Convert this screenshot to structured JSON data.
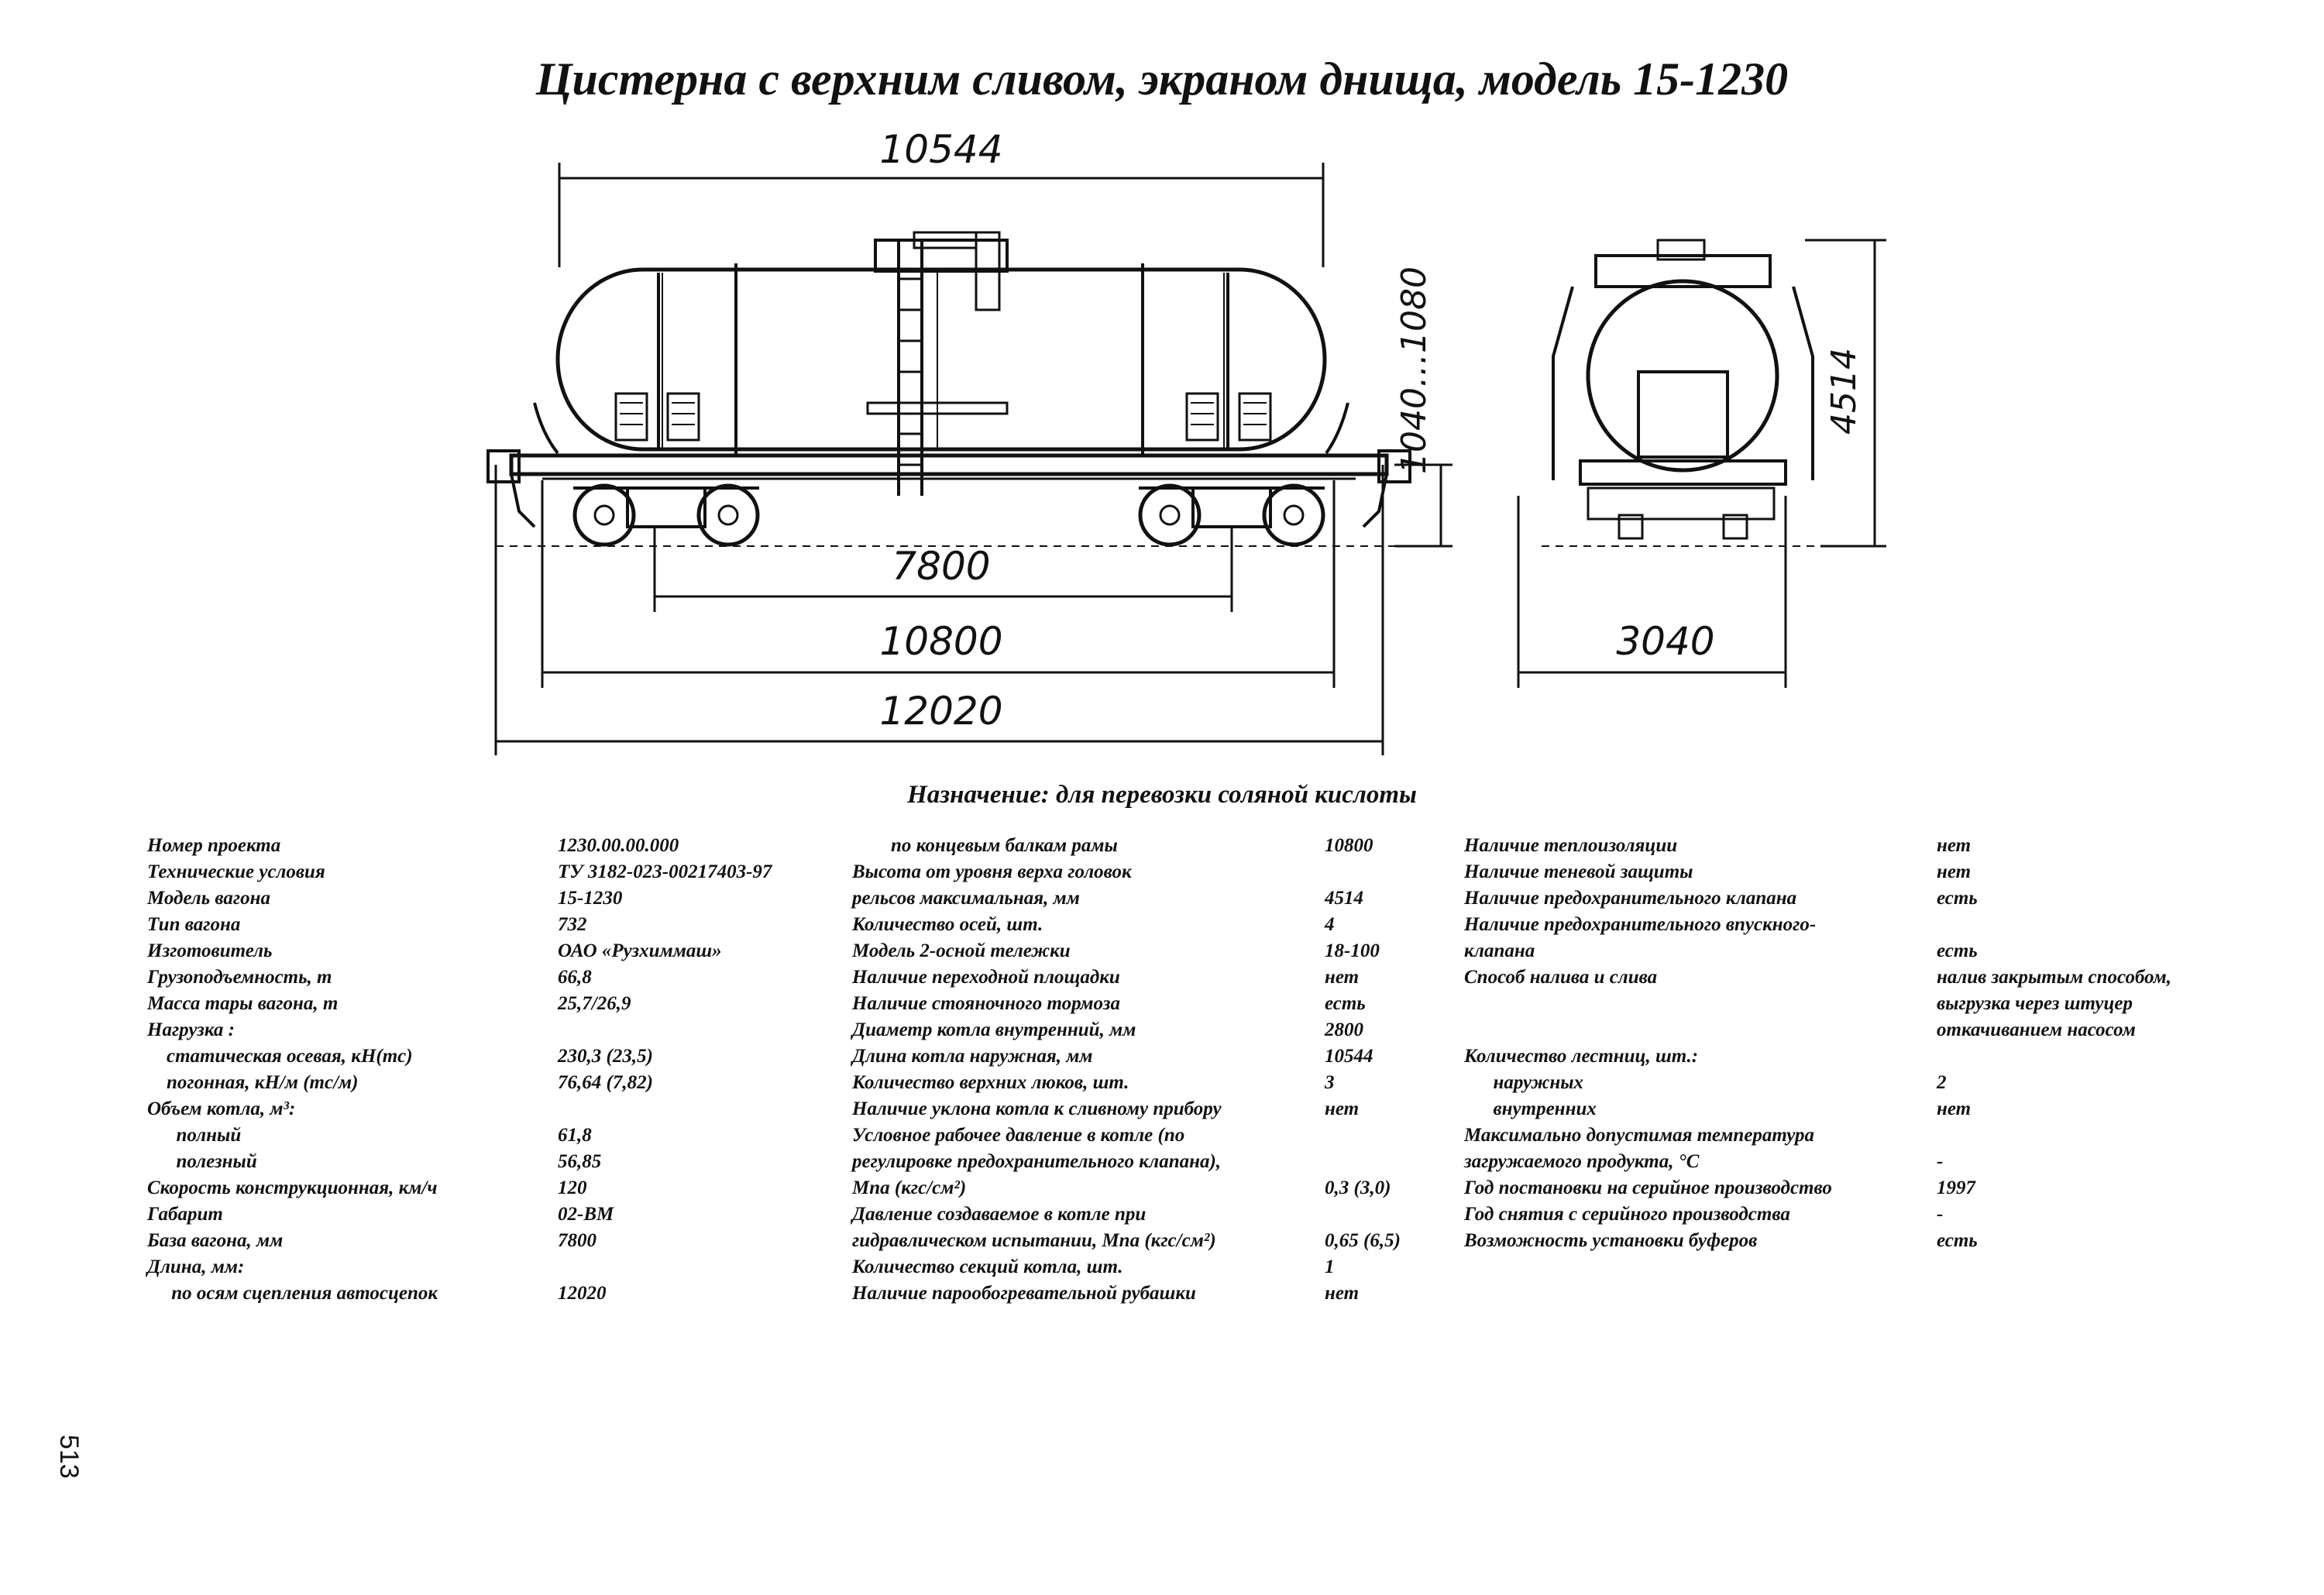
{
  "title": "Цистерна с верхним сливом, экраном днища, модель 15-1230",
  "drawing": {
    "dimensions": {
      "length_boiler": "10544",
      "height_range": "1040…1080",
      "base": "7800",
      "frame_length": "10800",
      "length_coupling": "12020",
      "height_total": "4514",
      "width": "3040"
    }
  },
  "purpose": "Назначение: для перевозки соляной кислоты",
  "specs": {
    "col1": [
      {
        "label": "Номер проекта",
        "value": "1230.00.00.000"
      },
      {
        "label": "Технические условия",
        "value": "ТУ 3182-023-00217403-97"
      },
      {
        "label": "Модель вагона",
        "value": "15-1230"
      },
      {
        "label": "Тип вагона",
        "value": "732"
      },
      {
        "label": "Изготовитель",
        "value": "ОАО «Рузхиммаш»"
      },
      {
        "label": "Грузоподъемность, т",
        "value": "66,8"
      },
      {
        "label": "Масса тары вагона, т",
        "value": "25,7/26,9"
      },
      {
        "label": "Нагрузка :",
        "value": ""
      },
      {
        "label": "    статическая осевая, кН(тс)",
        "value": "230,3 (23,5)"
      },
      {
        "label": "    погонная, кН/м (тс/м)",
        "value": "76,64 (7,82)"
      },
      {
        "label": "Объем котла, м³:",
        "value": ""
      },
      {
        "label": "      полный",
        "value": "61,8"
      },
      {
        "label": "      полезный",
        "value": "56,85"
      },
      {
        "label": "Скорость конструкционная, км/ч",
        "value": "120"
      },
      {
        "label": "Габарит",
        "value": "02-ВМ"
      },
      {
        "label": "База вагона, мм",
        "value": "7800"
      },
      {
        "label": "Длина, мм:",
        "value": ""
      },
      {
        "label": "     по осям сцепления автосцепок",
        "value": "12020"
      }
    ],
    "col2": [
      {
        "label": "        по концевым балкам рамы",
        "value": "10800"
      },
      {
        "label": "Высота от уровня верха головок",
        "value": ""
      },
      {
        "label": "рельсов максимальная, мм",
        "value": "4514"
      },
      {
        "label": "Количество осей, шт.",
        "value": "4"
      },
      {
        "label": "Модель 2-осной тележки",
        "value": "18-100"
      },
      {
        "label": "Наличие переходной площадки",
        "value": "нет"
      },
      {
        "label": "Наличие стояночного тормоза",
        "value": "есть"
      },
      {
        "label": "Диаметр котла внутренний, мм",
        "value": "2800"
      },
      {
        "label": "Длина котла наружная, мм",
        "value": "10544"
      },
      {
        "label": "Количество верхних люков, шт.",
        "value": "3"
      },
      {
        "label": "Наличие уклона котла к сливному прибору",
        "value": "нет"
      },
      {
        "label": "Условное рабочее давление в котле (по",
        "value": ""
      },
      {
        "label": "регулировке предохранительного клапана),",
        "value": ""
      },
      {
        "label": "Мпа (кгс/см²)",
        "value": "0,3 (3,0)"
      },
      {
        "label": "Давление создаваемое в котле при",
        "value": ""
      },
      {
        "label": "гидравлическом испытании, Мпа (кгс/см²)",
        "value": "0,65 (6,5)"
      },
      {
        "label": "Количество секций котла, шт.",
        "value": "1"
      },
      {
        "label": "Наличие парообогревательной рубашки",
        "value": "нет"
      }
    ],
    "col3": [
      {
        "label": "Наличие теплоизоляции",
        "value": "нет"
      },
      {
        "label": "Наличие теневой защиты",
        "value": "нет"
      },
      {
        "label": "Наличие предохранительного клапана",
        "value": "есть"
      },
      {
        "label": "Наличие предохранительного впускного-",
        "value": ""
      },
      {
        "label": "клапана",
        "value": "есть"
      },
      {
        "label": "Способ налива и слива",
        "value": "налив закрытым способом,"
      },
      {
        "label": "",
        "value": "выгрузка через штуцер"
      },
      {
        "label": "",
        "value": "откачиванием насосом"
      },
      {
        "label": "Количество лестниц, шт.:",
        "value": ""
      },
      {
        "label": "      наружных",
        "value": "2"
      },
      {
        "label": "      внутренних",
        "value": "нет"
      },
      {
        "label": "Максимально допустимая температура",
        "value": ""
      },
      {
        "label": "загружаемого продукта, °С",
        "value": "-"
      },
      {
        "label": "Год постановки на серийное производство",
        "value": "1997"
      },
      {
        "label": "Год снятия с серийного производства",
        "value": "-"
      },
      {
        "label": "Возможность установки буферов",
        "value": "есть"
      }
    ]
  },
  "page_number": "513"
}
